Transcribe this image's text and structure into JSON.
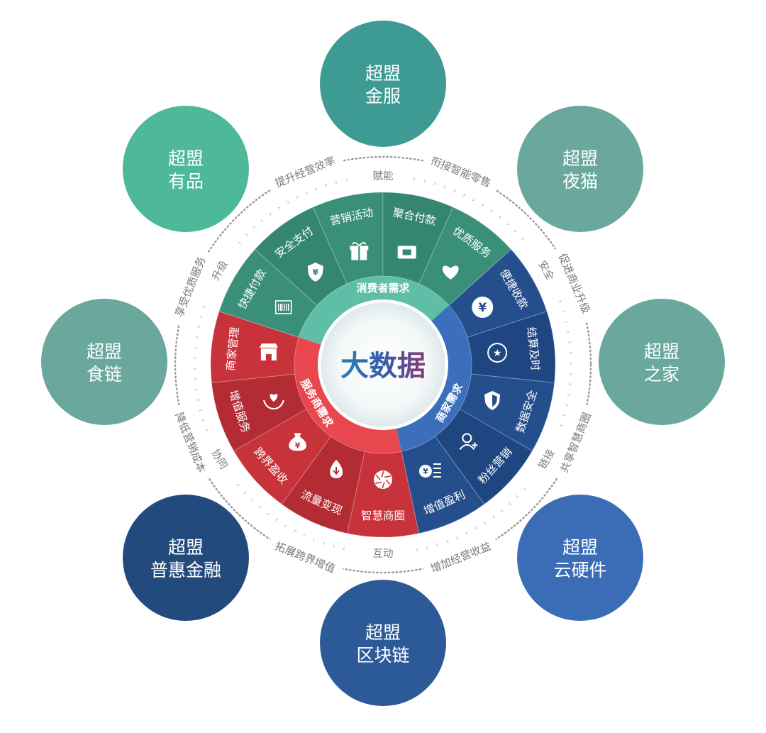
{
  "colors": {
    "teal_green": "#4db89a",
    "teal": "#3e9b93",
    "sage": "#6aa89d",
    "dark_navy": "#234a7c",
    "mid_blue": "#2c5a98",
    "bright_blue": "#3a6db6",
    "consumer_segment": "#3a8f78",
    "consumer_inner": "#5fbfa6",
    "service_segment": "#c8323a",
    "service_inner": "#e9474f",
    "merchant_segment": "#244f8c",
    "merchant_inner": "#3b6fbc",
    "ring_gray": "#9a9a9a"
  },
  "satellites": [
    {
      "line1": "超盟",
      "line2": "金服",
      "color": "#3e9b93"
    },
    {
      "line1": "超盟",
      "line2": "夜猫",
      "color": "#6aa89d"
    },
    {
      "line1": "超盟",
      "line2": "之家",
      "color": "#6aa89d"
    },
    {
      "line1": "超盟",
      "line2": "云硬件",
      "color": "#3a6db6"
    },
    {
      "line1": "超盟",
      "line2": "区块链",
      "color": "#2c5a98"
    },
    {
      "line1": "超盟",
      "line2": "普惠金融",
      "color": "#234a7c"
    },
    {
      "line1": "超盟",
      "line2": "食链",
      "color": "#6aa89d"
    },
    {
      "line1": "超盟",
      "line2": "有品",
      "color": "#4db89a"
    }
  ],
  "ring": {
    "outer_phrases": [
      "衔接智能零售",
      "促进商业升级",
      "共享智慧商圈",
      "增加经营收益",
      "拓展跨界增值",
      "降低营销成本",
      "享受优质服务",
      "提升经营效率"
    ],
    "verbs": [
      "赋能",
      "安全",
      "链接",
      "互动",
      "协同",
      "升级"
    ]
  },
  "sections": {
    "consumer": {
      "label": "消费者需求",
      "items": [
        {
          "label": "快捷付款",
          "icon": "barcode-scan-icon"
        },
        {
          "label": "安全支付",
          "icon": "shield-yen-icon"
        },
        {
          "label": "营销活动",
          "icon": "gift-icon"
        },
        {
          "label": "聚合付款",
          "icon": "card-icon"
        },
        {
          "label": "优质服务",
          "icon": "heart-icon"
        }
      ]
    },
    "merchant": {
      "label": "商家需求",
      "items": [
        {
          "label": "便捷收款",
          "icon": "yen-coin-icon"
        },
        {
          "label": "结算及时",
          "icon": "star-medal-icon"
        },
        {
          "label": "数据安全",
          "icon": "shield-icon"
        },
        {
          "label": "粉丝营销",
          "icon": "user-add-icon"
        },
        {
          "label": "增值盈利",
          "icon": "yen-list-icon"
        }
      ]
    },
    "service": {
      "label": "服务商需求",
      "items": [
        {
          "label": "智慧商圈",
          "icon": "aperture-icon"
        },
        {
          "label": "流量变现",
          "icon": "drop-down-icon"
        },
        {
          "label": "跨界盈收",
          "icon": "money-bag-icon"
        },
        {
          "label": "增值服务",
          "icon": "hand-heart-icon"
        },
        {
          "label": "商家管理",
          "icon": "store-icon"
        }
      ]
    }
  },
  "center": {
    "label": "大数据"
  }
}
